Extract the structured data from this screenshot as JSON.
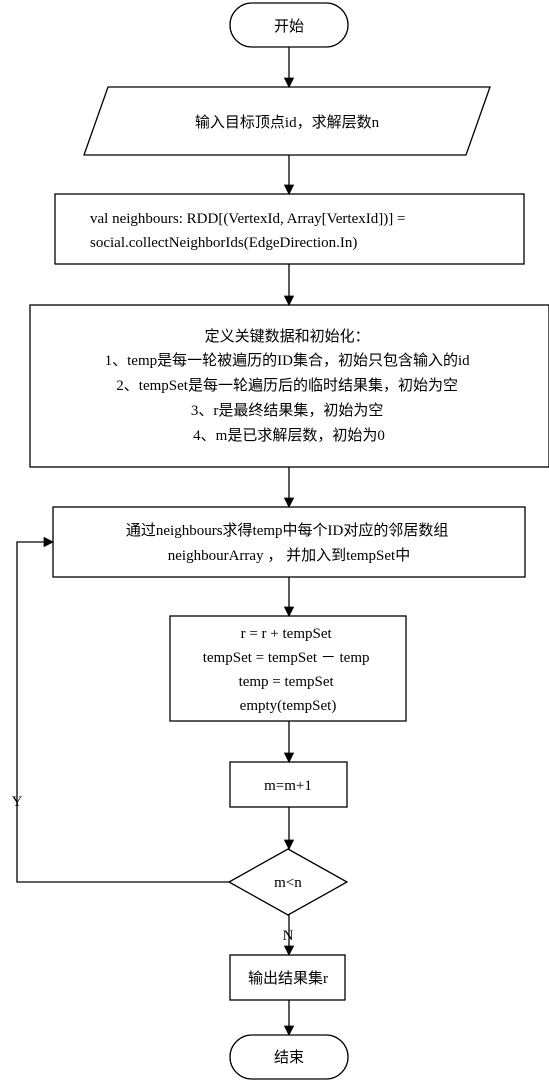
{
  "nodes": {
    "start": {
      "lines": [
        "开始"
      ]
    },
    "input": {
      "lines": [
        "输入目标顶点id，求解层数n"
      ]
    },
    "neighbours": {
      "lines": [
        "val neighbours: RDD[(VertexId, Array[VertexId])] =",
        "social.collectNeighborIds(EdgeDirection.In)"
      ]
    },
    "init": {
      "lines": [
        "定义关键数据和初始化：",
        "1、temp是每一轮被遍历的ID集合，初始只包含输入的id",
        "2、tempSet是每一轮遍历后的临时结果集，初始为空",
        "3、r是最终结果集，初始为空",
        "4、m是已求解层数，初始为0"
      ]
    },
    "collect": {
      "lines": [
        "通过neighbours求得temp中每个ID对应的邻居数组",
        "neighbourArray ，  并加入到tempSet中"
      ]
    },
    "update": {
      "lines": [
        "r = r + tempSet",
        "tempSet = tempSet  －  temp",
        "temp = tempSet",
        "empty(tempSet)"
      ]
    },
    "increment": {
      "lines": [
        "m=m+1"
      ]
    },
    "condition": {
      "lines": [
        "m<n"
      ]
    },
    "output": {
      "lines": [
        "输出结果集r"
      ]
    },
    "end": {
      "lines": [
        "结束"
      ]
    }
  },
  "edge_labels": {
    "yes": "Y",
    "no": "N"
  }
}
